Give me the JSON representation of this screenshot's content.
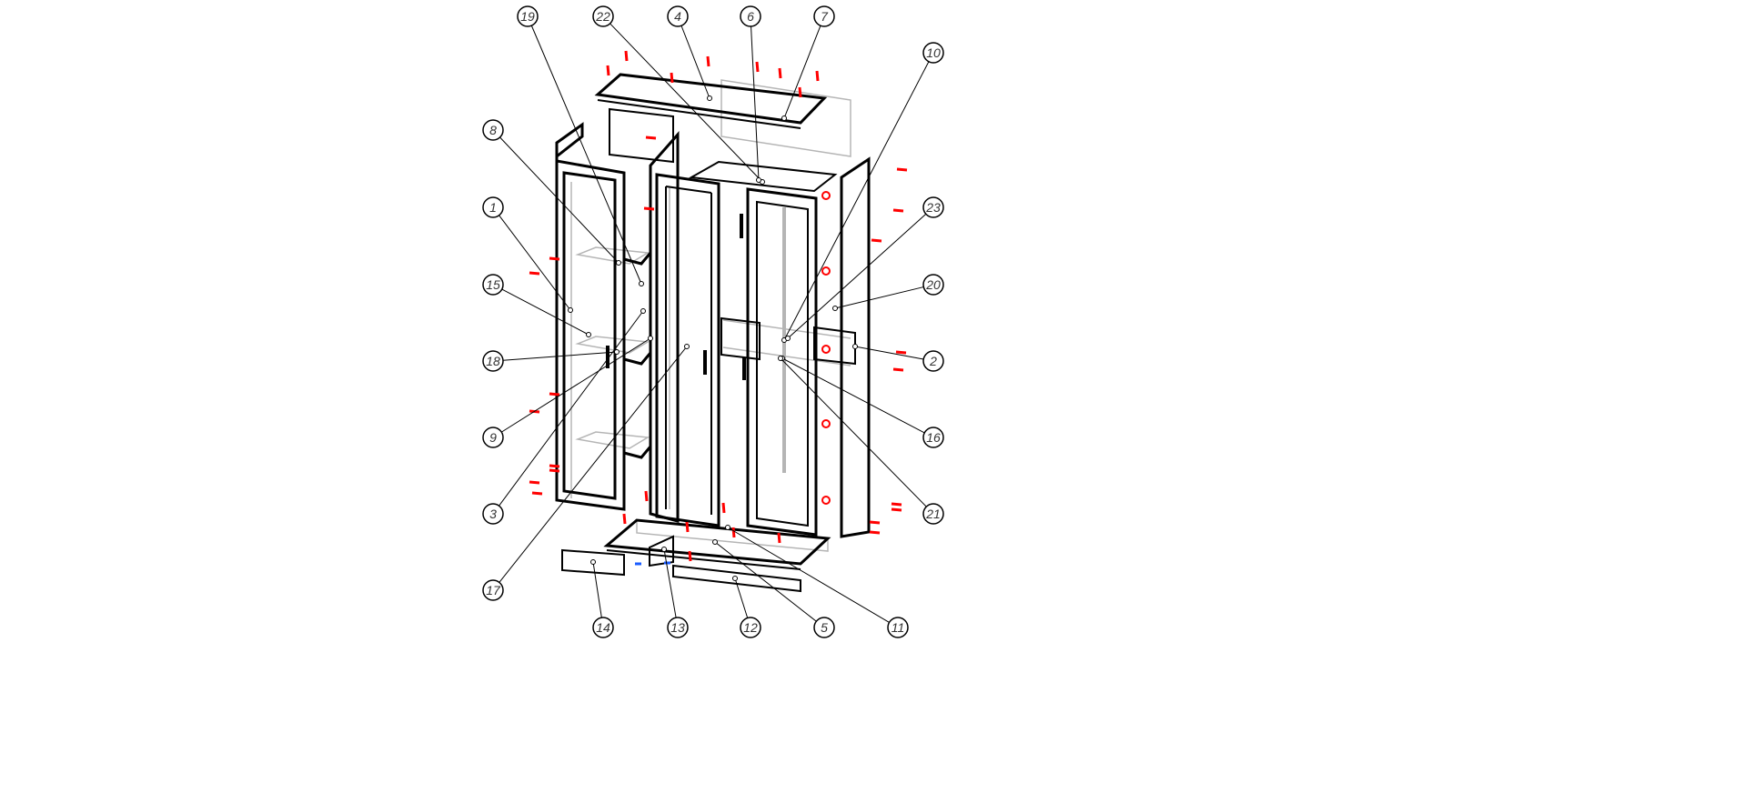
{
  "diagram": {
    "type": "exploded-assembly-view",
    "callouts": [
      "19",
      "22",
      "4",
      "6",
      "7",
      "10",
      "8",
      "1",
      "23",
      "15",
      "20",
      "18",
      "2",
      "9",
      "16",
      "3",
      "21",
      "17",
      "14",
      "13",
      "12",
      "5",
      "11"
    ],
    "colors": {
      "outline": "#000000",
      "hidden": "#b0b0b0",
      "fastener": "#ff0000",
      "accent_fastener": "#1a5cff"
    }
  }
}
